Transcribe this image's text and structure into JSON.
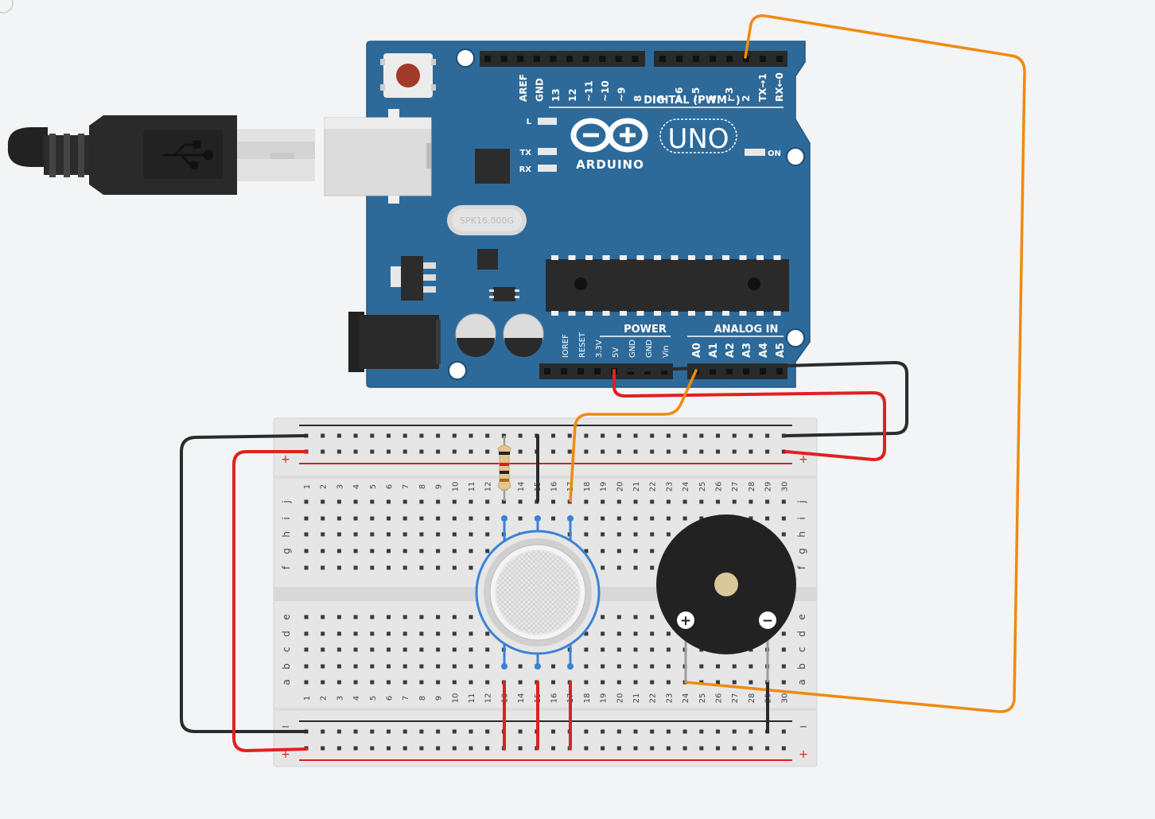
{
  "board": {
    "brand": "ARDUINO",
    "model": "UNO",
    "crystal": "SPK16.000G",
    "digital_label": "DIGITAL (PWM~)",
    "digital_pins_left": [
      "AREF",
      "GND",
      "13",
      "12",
      "~11",
      "~10",
      "~9",
      "8"
    ],
    "digital_pins_right": [
      "7",
      "~6",
      "~5",
      "4",
      "~3",
      "2",
      "TX→1",
      "RX←0"
    ],
    "led_l": "L",
    "led_tx": "TX",
    "led_rx": "RX",
    "led_on": "ON",
    "power_label": "POWER",
    "analog_label": "ANALOG IN",
    "power_pins": [
      "IOREF",
      "RESET",
      "3.3V",
      "5V",
      "GND",
      "GND",
      "Vin"
    ],
    "analog_pins": [
      "A0",
      "A1",
      "A2",
      "A3",
      "A4",
      "A5"
    ]
  },
  "breadboard": {
    "columns": 30,
    "rows_top": [
      "j",
      "i",
      "h",
      "g",
      "f"
    ],
    "rows_bottom": [
      "e",
      "d",
      "c",
      "b",
      "a"
    ],
    "rail_minus": "−",
    "rail_plus": "+"
  },
  "buzzer": {
    "plus": "+",
    "minus": "−"
  },
  "colors": {
    "board": "#2d6a9a",
    "wire_black": "#2b2b2b",
    "wire_red": "#e02020",
    "wire_orange": "#f08a10",
    "lead_blue": "#3b82d6"
  }
}
